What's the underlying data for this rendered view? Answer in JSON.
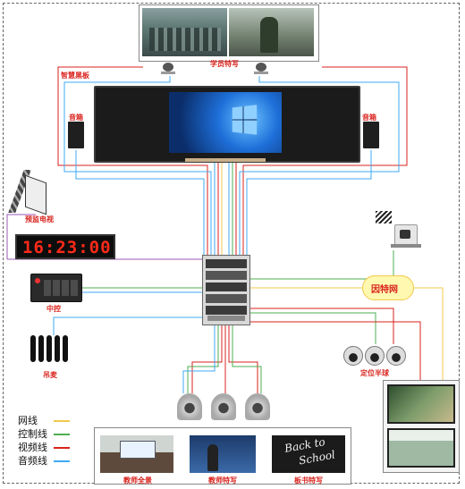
{
  "labels": {
    "student_closeup": "学员特写",
    "smart_board": "智慧黑板",
    "speaker_left": "音箱",
    "speaker_right": "音箱",
    "preview_tv": "预监电视",
    "central_control": "中控",
    "hanging_mic": "吊麦",
    "positioning_follow": "定位半球",
    "internet": "因特网",
    "teacher_panorama": "教师全景",
    "teacher_closeup": "教师特写",
    "board_closeup": "板书特写"
  },
  "clock": {
    "time": "16:23:00"
  },
  "chalkboard": {
    "line1": "Back to",
    "line2": "School"
  },
  "legend": [
    {
      "label": "网线",
      "color": "#f2c94c"
    },
    {
      "label": "控制线",
      "color": "#4caf50"
    },
    {
      "label": "视频线",
      "color": "#d9231d"
    },
    {
      "label": "音频线",
      "color": "#3fa9f5"
    }
  ],
  "colors": {
    "network": "#f2c94c",
    "control": "#4caf50",
    "video": "#d9231d",
    "audio": "#3fa9f5",
    "purple": "#9b59b6"
  }
}
